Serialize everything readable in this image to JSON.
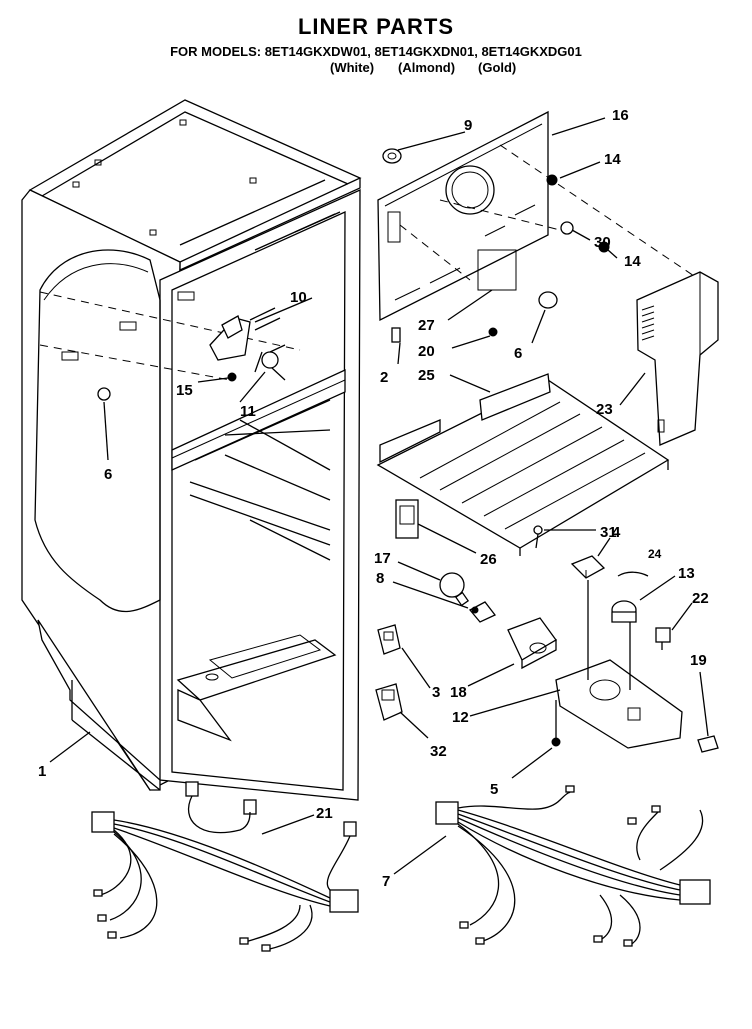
{
  "header": {
    "title": "LINER PARTS",
    "models_line": "FOR MODELS: 8ET14GKXDW01, 8ET14GKXDN01, 8ET14GKXDG01",
    "colors": [
      "(White)",
      "(Almond)",
      "(Gold)"
    ]
  },
  "callouts": [
    "1",
    "2",
    "3",
    "4",
    "5",
    "6",
    "6",
    "7",
    "8",
    "9",
    "10",
    "11",
    "12",
    "13",
    "14",
    "14",
    "15",
    "16",
    "17",
    "18",
    "19",
    "20",
    "21",
    "22",
    "23",
    "24",
    "25",
    "26",
    "27",
    "30",
    "31",
    "32"
  ]
}
